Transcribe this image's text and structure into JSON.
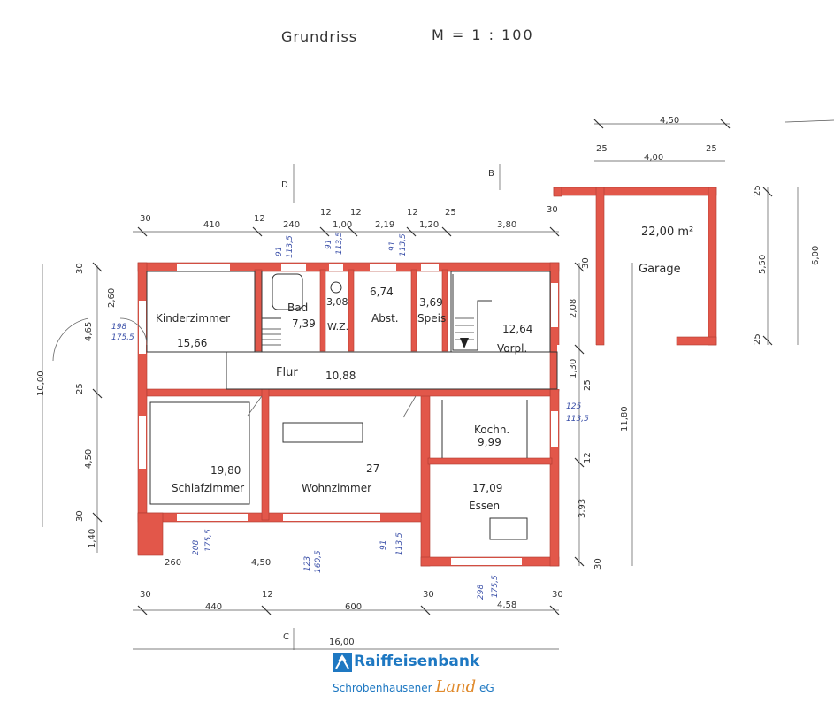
{
  "header": {
    "title": "Grundriss",
    "scale": "M = 1 : 100"
  },
  "rooms": [
    {
      "name": "Kinderzimmer",
      "area": "15,66"
    },
    {
      "name": "Bad",
      "area": "7,39"
    },
    {
      "name": "W.Z.",
      "area": "3,08"
    },
    {
      "name": "Abst.",
      "area": "6,74"
    },
    {
      "name": "Speis",
      "area": "3,69"
    },
    {
      "name": "Vorpl.",
      "area": "12,64"
    },
    {
      "name": "Flur",
      "area": "10,88"
    },
    {
      "name": "Schlafzimmer",
      "area": "19,80"
    },
    {
      "name": "Wohnzimmer",
      "area": "27"
    },
    {
      "name": "Kochn.",
      "area": "9,99"
    },
    {
      "name": "Essen",
      "area": "17,09"
    },
    {
      "name": "Garage",
      "area": "22,00 m²"
    }
  ],
  "section_marks": [
    "D",
    "B",
    "C"
  ],
  "dimensions": {
    "top": [
      "30",
      "410",
      "12",
      "240",
      "12",
      "1,00",
      "12",
      "2,19",
      "12",
      "1,20",
      "25",
      "3,80",
      "30"
    ],
    "garage_top": [
      "4,50",
      "25",
      "4,00",
      "25"
    ],
    "left": [
      "30",
      "2,60",
      "4,65",
      "25",
      "4,50",
      "30",
      "1,40"
    ],
    "left_total": "10,00",
    "right": [
      "30",
      "2,08",
      "1,30",
      "25",
      "12",
      "3,93",
      "30"
    ],
    "right_total": "11,80",
    "garage_right": [
      "25",
      "5,50",
      "6,00",
      "25"
    ],
    "bottom_inner": [
      "260",
      "4,50"
    ],
    "bottom": [
      "30",
      "440",
      "12",
      "600",
      "30",
      "4,58",
      "30"
    ],
    "bottom_total": "16,00",
    "window_notes": [
      "91",
      "113,5",
      "91",
      "113,5",
      "91",
      "113,5",
      "198",
      "175,5",
      "125",
      "113,5",
      "208",
      "175,5",
      "123",
      "160,5",
      "91",
      "113,5",
      "298",
      "175,5"
    ]
  },
  "logo": {
    "name": "Raiffeisenbank",
    "sub_prefix": "Schrobenhausener",
    "sub_land": "Land",
    "sub_suffix": "eG"
  },
  "colors": {
    "wall": "#e2574a",
    "line": "#333333",
    "annotation": "#3a4fa8",
    "brand": "#1e78c2"
  }
}
